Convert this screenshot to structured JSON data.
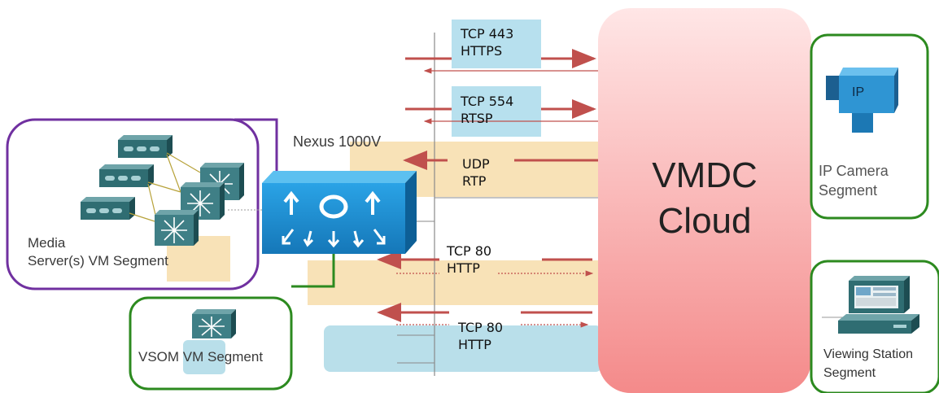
{
  "colors": {
    "cloud_top": "#ffe3e3",
    "cloud_bottom": "#f58d8d",
    "arrow_red": "#c0504d",
    "band_tan": "#f8e2b7",
    "band_blue": "#b9dfea",
    "label_box_blue": "#b7e0ee",
    "nexus_blue": "#1c8ed1",
    "media_border": "#7030a0",
    "segment_border": "#2c8a1f"
  },
  "icons": [
    "ip-camera-icon",
    "nexus-switch-icon",
    "server-icon",
    "workgroup-switch-icon",
    "workstation-icon"
  ],
  "cloud": {
    "line1": "VMDC",
    "line2": "Cloud"
  },
  "nexus_label": "Nexus 1000V",
  "segments": {
    "media": {
      "line1": "Media",
      "line2": "Server(s) VM Segment"
    },
    "vsom": {
      "label": "VSOM VM Segment"
    },
    "ip_camera": {
      "line1": "IP Camera",
      "line2": "Segment",
      "icon_text": "IP"
    },
    "viewing_station": {
      "line1": "Viewing Station",
      "line2": "Segment"
    }
  },
  "flows": [
    {
      "line1": "TCP 443",
      "line2": "HTTPS"
    },
    {
      "line1": "TCP 554",
      "line2": "RTSP"
    },
    {
      "line1": "UDP",
      "line2": "RTP"
    },
    {
      "line1": "TCP 80",
      "line2": "HTTP"
    },
    {
      "line1": "TCP 80",
      "line2": "HTTP"
    }
  ]
}
